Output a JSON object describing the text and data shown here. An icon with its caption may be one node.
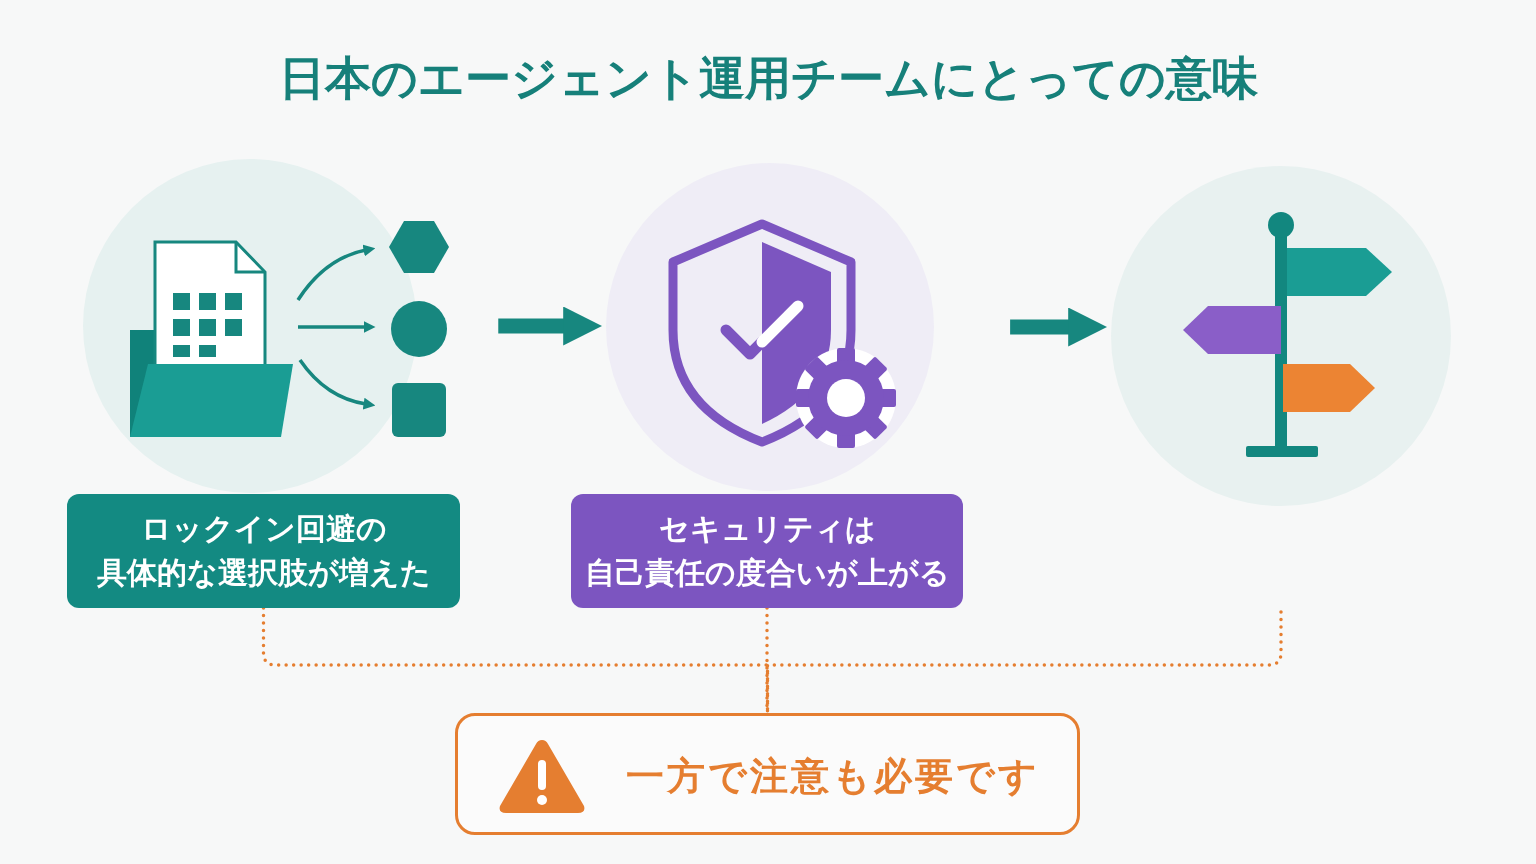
{
  "diagram": {
    "title": "日本のエージェント運用チームにとっての意味",
    "nodes": [
      {
        "text": [],
        "shape": "picture"
      },
      {
        "text": [
          "ロックイン回避の具体的な選択肢が増えた"
        ]
      },
      {
        "text": [],
        "shape": "picture"
      },
      {
        "text": [
          "セキュリティは自己責任の度合いが上がる"
        ]
      },
      {
        "text": [],
        "shape": "picture"
      },
      {
        "text": [
          "一方で注意も必要です"
        ]
      }
    ],
    "edges": [
      {
        "from": 0,
        "to": 2,
        "arrow": "to",
        "style": "thick",
        "color": "#17877f"
      },
      {
        "from": 2,
        "to": 4,
        "arrow": "to",
        "style": "thick",
        "color": "#17877f"
      },
      {
        "from": 1,
        "to": 5,
        "arrow": "none",
        "style": "dashed"
      },
      {
        "from": 3,
        "to": 5,
        "arrow": "none",
        "style": "dashed"
      },
      {
        "from": 4,
        "to": 5,
        "arrow": "none",
        "style": "dashed"
      }
    ]
  }
}
